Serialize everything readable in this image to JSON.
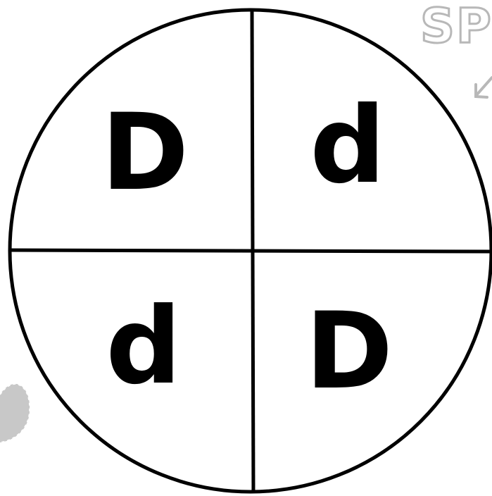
{
  "quadrants": {
    "top_left": "D",
    "top_right": "d",
    "bottom_left": "d",
    "bottom_right": "D"
  },
  "corner_text": "SP",
  "colors": {
    "ink": "#000000",
    "decor_gray": "#b8b8b8",
    "blob_gray": "#c8c8c8"
  },
  "decor_icons": [
    "arrow-icon",
    "gray-blob-icon"
  ]
}
